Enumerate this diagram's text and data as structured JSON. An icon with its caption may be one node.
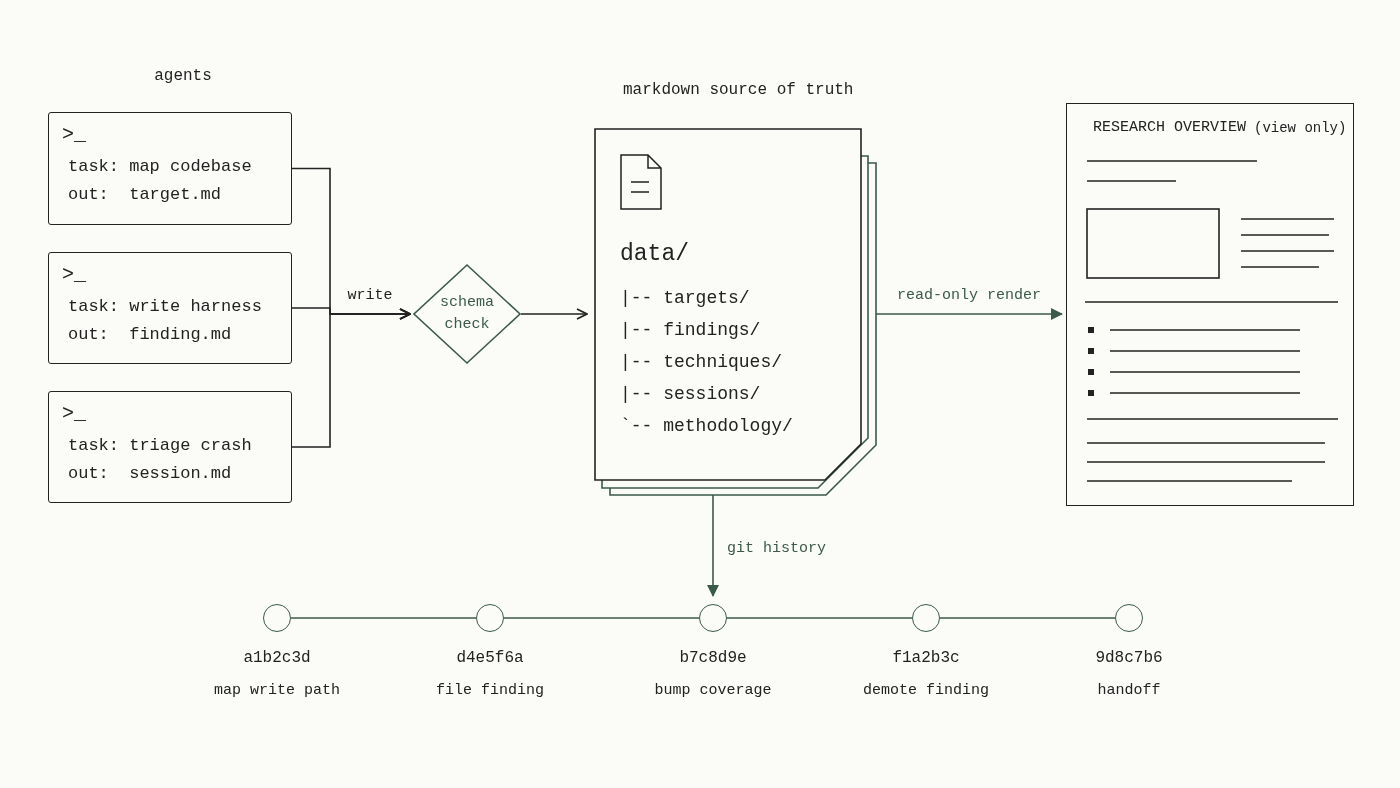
{
  "diagram": {
    "nodes": [
      {
        "text": [
          ">_",
          "task: map codebase",
          "out:  target.md"
        ]
      },
      {
        "text": [
          ">_",
          "task: write harness",
          "out:  finding.md"
        ]
      },
      {
        "text": [
          ">_",
          "task: triage crash",
          "out:  session.md"
        ]
      },
      {
        "text": [
          "schema check"
        ]
      },
      {
        "text": [
          "markdown source of truth",
          "data/",
          "|-- targets/",
          "|-- findings/",
          "|-- techniques/",
          "|-- sessions/",
          "`-- methodology/"
        ]
      },
      {
        "text": [
          "RESEARCH OVERVIEW",
          "(view only)"
        ]
      },
      {
        "text": [],
        "shape": "circle",
        "beside": [
          "a1b2c3d",
          "map write path"
        ]
      },
      {
        "text": [],
        "shape": "circle",
        "beside": [
          "d4e5f6a",
          "file finding"
        ]
      },
      {
        "text": [],
        "shape": "circle",
        "beside": [
          "b7c8d9e",
          "bump coverage"
        ]
      },
      {
        "text": [],
        "shape": "circle",
        "beside": [
          "f1a2b3c",
          "demote finding"
        ]
      },
      {
        "text": [],
        "shape": "circle",
        "beside": [
          "9d8c7b6",
          "handoff"
        ]
      }
    ],
    "edges": [
      {
        "from": 0,
        "to": 3,
        "arrow": "to",
        "color": "#222222"
      },
      {
        "from": 1,
        "to": 3,
        "arrow": "to",
        "label": "write",
        "color": "#222222"
      },
      {
        "from": 2,
        "to": 3,
        "arrow": "to",
        "color": "#222222"
      },
      {
        "from": 3,
        "to": 4,
        "arrow": "to",
        "color": "#222222"
      },
      {
        "from": 4,
        "to": 5,
        "arrow": "to",
        "label": "read-only render"
      },
      {
        "from": 4,
        "to": 8,
        "arrow": "to",
        "label": "git history"
      },
      {
        "from": 6,
        "to": 7,
        "arrow": "none"
      },
      {
        "from": 7,
        "to": 8,
        "arrow": "none"
      },
      {
        "from": 8,
        "to": 9,
        "arrow": "none"
      },
      {
        "from": 9,
        "to": 10,
        "arrow": "none"
      }
    ],
    "labels": [
      "agents"
    ]
  }
}
